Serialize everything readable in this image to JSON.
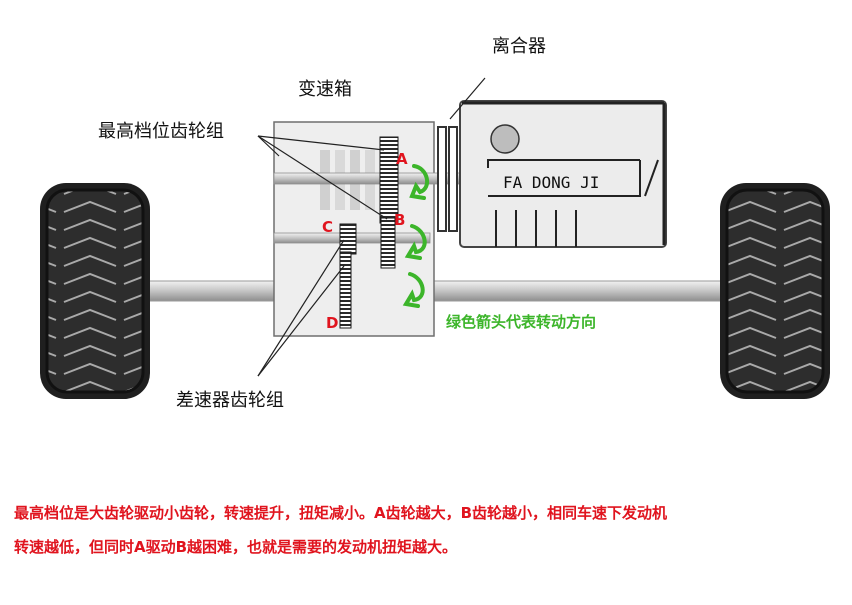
{
  "labels": {
    "clutch": "离合器",
    "gearbox": "变速箱",
    "top_gear_set": "最高档位齿轮组",
    "diff_gear_set": "差速器齿轮组",
    "engine": "FA DONG JI",
    "arrow_note": "绿色箭头代表转动方向",
    "gear_a": "A",
    "gear_b": "B",
    "gear_c": "C",
    "gear_d": "D"
  },
  "caption": {
    "line1": "最高档位是大齿轮驱动小齿轮，转速提升，扭矩减小。A齿轮越大，B齿轮越小，相同车速下发动机",
    "line2": "转速越低，但同时A驱动B越困难，也就是需要的发动机扭矩越大。"
  },
  "colors": {
    "caption": "#e0141e",
    "gear_letter": "#e0141e",
    "rotation_arrow": "#3cb52a",
    "tire": "#2b2b2b",
    "shaft": "#c8c8c8",
    "gearbox_fill": "#eeeeee"
  }
}
